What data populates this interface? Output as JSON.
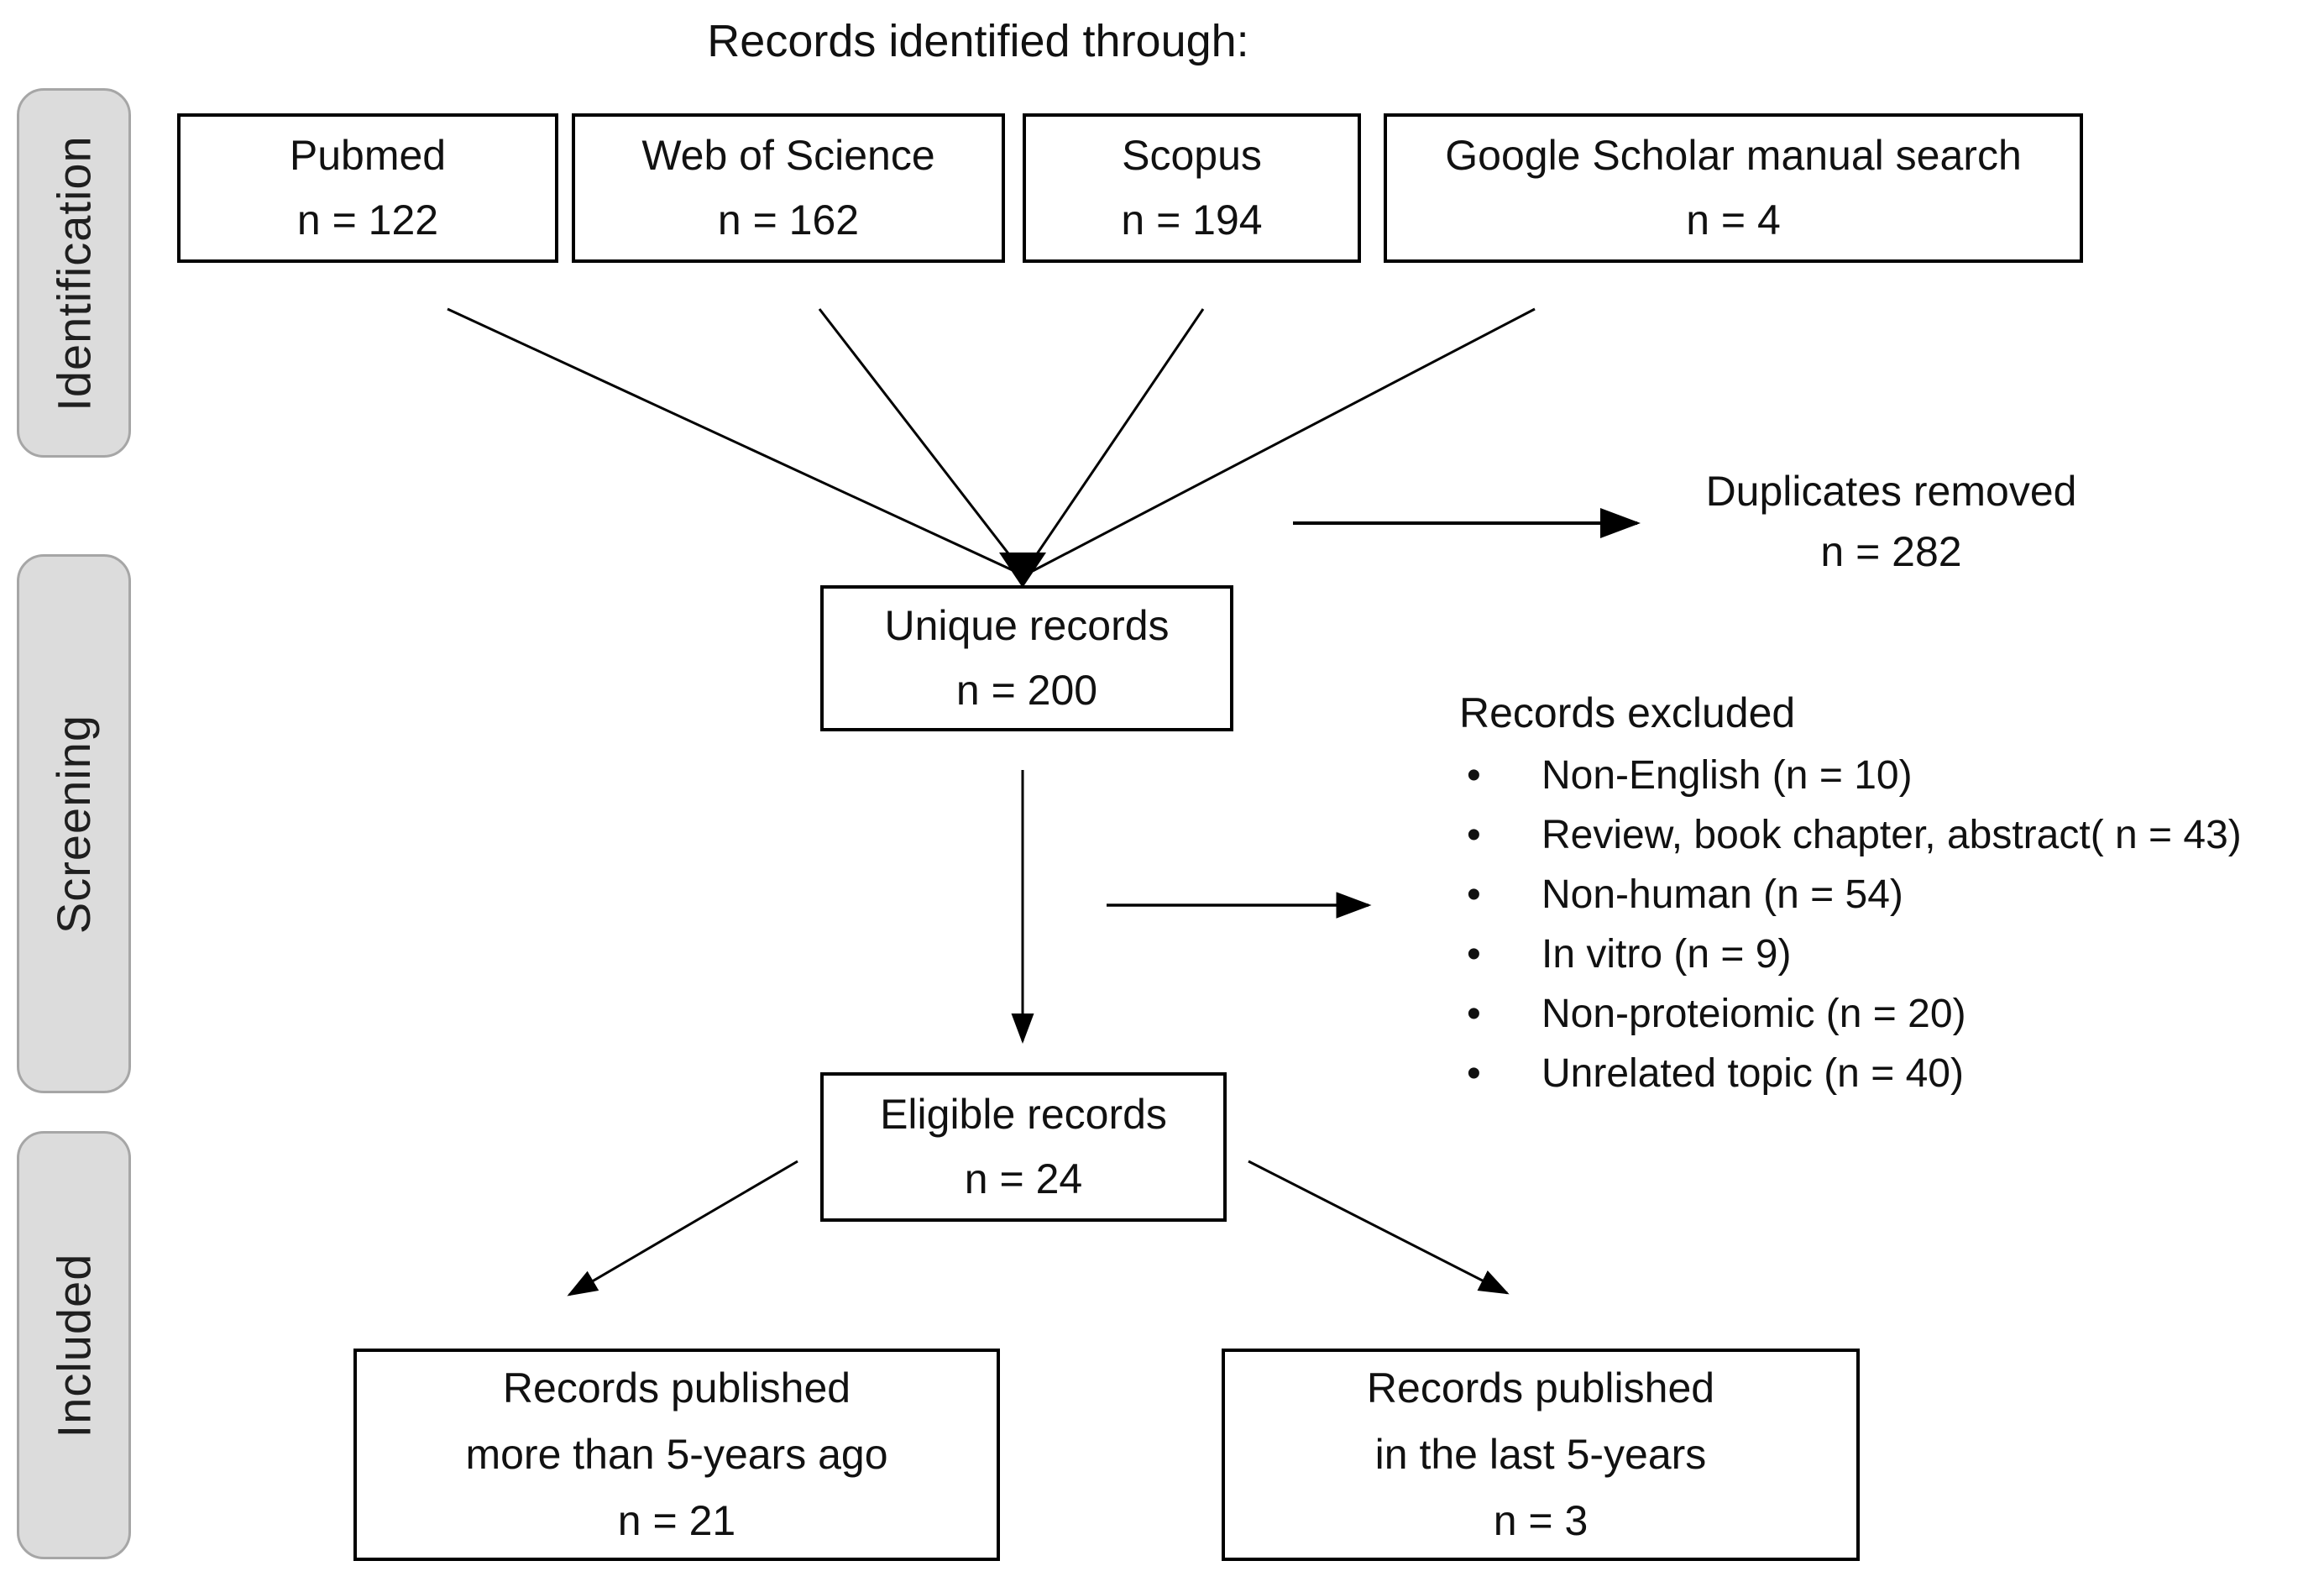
{
  "title": "Records identified through:",
  "stages": [
    {
      "label": "Identification"
    },
    {
      "label": "Screening"
    },
    {
      "label": "Included"
    }
  ],
  "sources": [
    {
      "name": "Pubmed",
      "count": "n = 122"
    },
    {
      "name": "Web of Science",
      "count": "n = 162"
    },
    {
      "name": "Scopus",
      "count": "n = 194"
    },
    {
      "name": "Google Scholar manual search",
      "count": "n = 4"
    }
  ],
  "duplicates": {
    "line1": "Duplicates removed",
    "line2": "n = 282"
  },
  "unique": {
    "line1": "Unique records",
    "line2": "n = 200"
  },
  "excluded": {
    "heading": "Records excluded",
    "bullet": "•",
    "items": [
      "Non-English (n = 10)",
      "Review, book chapter, abstract( n = 43)",
      "Non-human (n = 54)",
      "In vitro (n = 9)",
      "Non-proteiomic (n = 20)",
      "Unrelated topic (n = 40)"
    ]
  },
  "eligible": {
    "line1": "Eligible records",
    "line2": "n = 24"
  },
  "published_old": {
    "line1": "Records published",
    "line2": "more than 5-years ago",
    "line3": "n = 21"
  },
  "published_recent": {
    "line1": "Records published",
    "line2": "in the last 5-years",
    "line3": "n = 3"
  },
  "colors": {
    "stage_fill": "#dcdcdc",
    "stage_border": "#a6a6a6",
    "box_border": "#000000",
    "text": "#111111",
    "background": "#ffffff"
  }
}
